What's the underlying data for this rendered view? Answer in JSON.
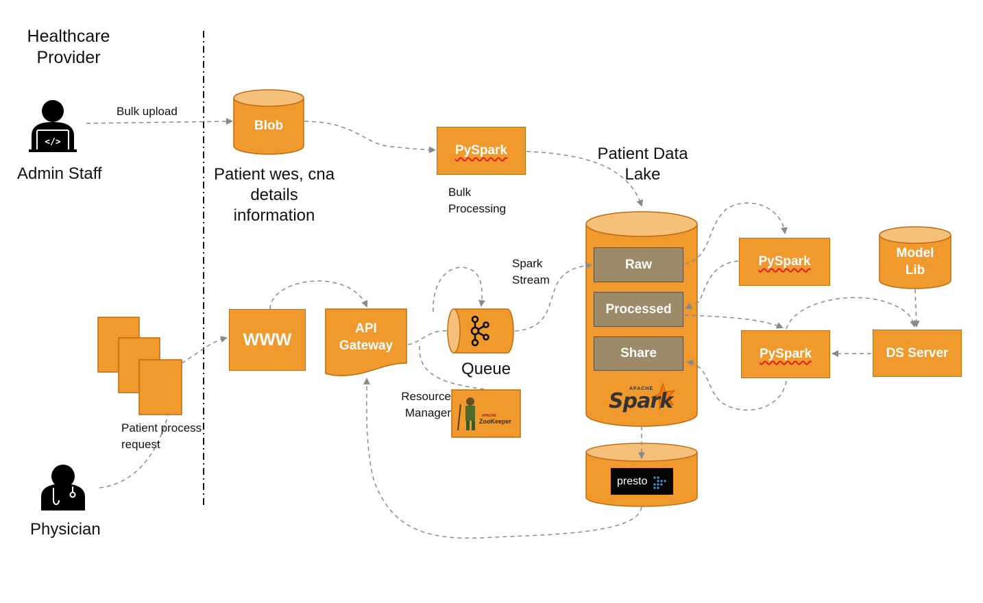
{
  "zones": {
    "provider_title": "Healthcare\nProvider"
  },
  "actors": {
    "admin": "Admin Staff",
    "physician": "Physician"
  },
  "edges": {
    "bulk_upload": "Bulk upload",
    "spark_stream": "Spark\nStream"
  },
  "nodes": {
    "blob": {
      "label": "Blob",
      "caption": "Patient wes, cna\ndetails\ninformation"
    },
    "pyspark_bulk": {
      "label": "PySpark",
      "caption": "Bulk\nProcessing"
    },
    "data_lake": {
      "title": "Patient Data\nLake"
    },
    "raw": "Raw",
    "processed": "Processed",
    "share": "Share",
    "spark_logo": "Spark",
    "spark_logo_sub": "APACHE",
    "pyspark_top": "PySpark",
    "pyspark_mid": "PySpark",
    "model_lib": "Model\nLib",
    "ds_server": "DS Server",
    "www": "WWW",
    "api_gateway": "API\nGateway",
    "queue": "Queue",
    "resource_manager": "Resource\nManager",
    "zookeeper": {
      "sub": "APACHE",
      "name": "ZooKeeper"
    },
    "presto": "presto",
    "patient_request": "Patient process\nrequest"
  },
  "colors": {
    "orange": "#f0992d",
    "orange_border": "#c06a0e",
    "cyl_top": "#f5c07a",
    "layer": "#9c8a68",
    "arrow": "#8a8a8a"
  },
  "icons": [
    "admin-person-laptop-icon",
    "physician-icon",
    "kafka-icon",
    "spark-logo-icon",
    "zookeeper-logo-icon",
    "presto-logo-icon"
  ]
}
